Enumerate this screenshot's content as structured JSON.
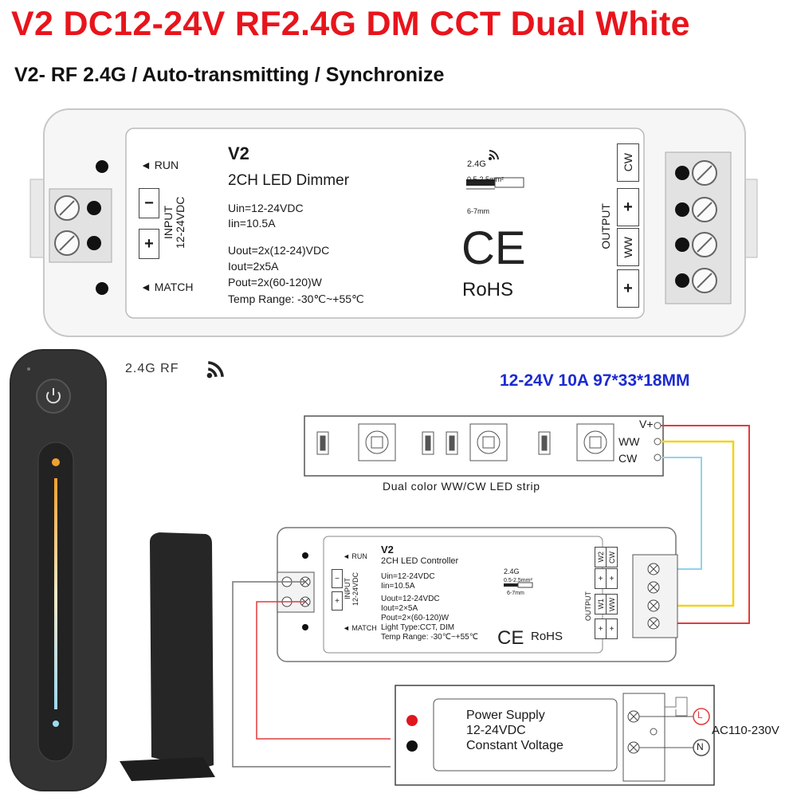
{
  "header": {
    "title": "V2 DC12-24V RF2.4G DM CCT Dual White",
    "subtitle": "V2- RF 2.4G / Auto-transmitting / Synchronize"
  },
  "device": {
    "model": "V2",
    "name": "2CH LED Dimmer",
    "run_label": "◄ RUN",
    "match_label": "◄ MATCH",
    "input_label": "INPUT\n12-24VDC",
    "input_minus": "−",
    "input_plus": "+",
    "uin": "Uin=12-24VDC",
    "iin": "Iin=10.5A",
    "uout": "Uout=2x(12-24)VDC",
    "iout": "Iout=2x5A",
    "pout": "Pout=2x(60-120)W",
    "temp": "Temp Range: -30℃~+55℃",
    "rf_label": "2.4G",
    "wire_gauge": "0.5-2.5mm²",
    "strip_len": "6-7mm",
    "ce": "CE",
    "rohs": "RoHS",
    "output_label": "OUTPUT",
    "out_terms": [
      "CW",
      "+",
      "WW",
      "+"
    ]
  },
  "remote": {
    "rf_text": "2.4G RF"
  },
  "spec_line": "12-24V 10A 97*33*18MM",
  "wiring": {
    "strip_label": "Dual color WW/CW LED strip",
    "strip_terms": [
      "V+",
      "WW",
      "CW"
    ],
    "controller": {
      "model": "V2",
      "name": "2CH LED Controller",
      "run_label": "◄ RUN",
      "match_label": "◄ MATCH",
      "input_label": "INPUT\n12-24VDC",
      "uin": "Uin=12-24VDC",
      "iin": "Iin=10.5A",
      "uout": "Uout=12-24VDC",
      "iout": "Iout=2×5A",
      "pout": "Pout=2×(60-120)W",
      "light_type": "Light Type:CCT, DIM",
      "temp": "Temp Range: -30℃~+55℃",
      "rf_label": "2.4G",
      "wire_gauge": "0.5-2.5mm²",
      "strip_len": "6-7mm",
      "ce": "CE",
      "rohs": "RoHS",
      "output_label": "OUTPUT",
      "out_col1": [
        "W2",
        "+",
        "W1",
        "+"
      ],
      "out_col2": [
        "CW",
        "+",
        "WW",
        "+"
      ]
    },
    "psu": {
      "line1": "Power Supply",
      "line2": "12-24VDC",
      "line3": "Constant Voltage",
      "l_label": "L",
      "n_label": "N",
      "ac_label": "AC110-230V"
    }
  },
  "colors": {
    "title_red": "#e8141c",
    "spec_blue": "#1c2bd0",
    "wire_red": "#e23b3b",
    "wire_yellow": "#f2d21b",
    "wire_cyan": "#8fd3ec",
    "wire_gray": "#777777",
    "remote_body": "#2a2a2a"
  },
  "icons": [
    "wifi-icon",
    "power-icon",
    "screw-icon",
    "ce-mark-icon"
  ]
}
